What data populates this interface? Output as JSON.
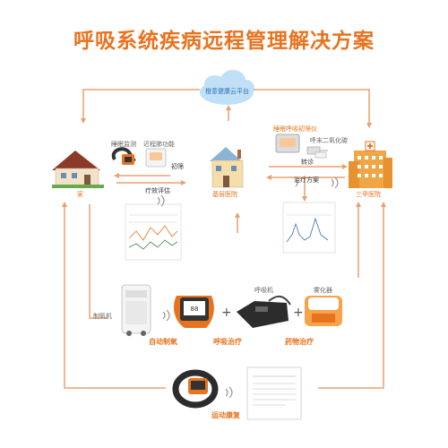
{
  "title": "呼吸系统疾病远程管理解决方案",
  "colors": {
    "accent": "#e8731f",
    "arrow": "#e8a070",
    "cloud": "#bfe0f7",
    "cloud_text": "#2a6fb6"
  },
  "cloud": {
    "label": "橙意健康云平台"
  },
  "nodes": {
    "home": "家",
    "clinic": "基层医院",
    "hospital": "三甲医院"
  },
  "devices": {
    "sleep_monitor": "睡眠监测",
    "lung_function": "近程肺功能",
    "portable_breath": "睡眠呼吸初筛仪",
    "co2": "呼末二氧化碳",
    "oxygen": "制氧机",
    "ventilator": "呼吸机",
    "nebulizer": "雾化器"
  },
  "flows": {
    "screening": "初筛",
    "assessment": "疗效评估",
    "referral": "转诊",
    "treatment_plan": "治疗方案"
  },
  "therapies": {
    "auto_oxygen": "自动制氧",
    "breathing": "呼吸治疗",
    "drug": "药物治疗",
    "rehab": "运动康复"
  },
  "signs": {
    "plus": "+"
  }
}
